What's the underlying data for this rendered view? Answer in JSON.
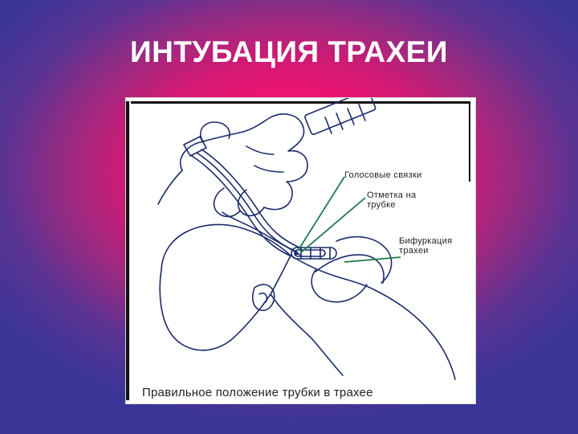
{
  "slide": {
    "title": "ИНТУБАЦИЯ ТРАХЕИ"
  },
  "figure": {
    "labels": {
      "vocal_cords": "Голосовые связки",
      "tube_mark_line1": "Отметка на",
      "tube_mark_line2": "трубке",
      "bifurcation_line1": "Бифуркация",
      "bifurcation_line2": "трахеи"
    },
    "caption": "Правильное положение трубки в трахее"
  },
  "colors": {
    "background_center": "#ff0a6e",
    "background_edge": "#3a3597",
    "title_text": "#ffffff",
    "line_art": "#1a2a6c",
    "pointer_lines": "#1f7a4d"
  }
}
